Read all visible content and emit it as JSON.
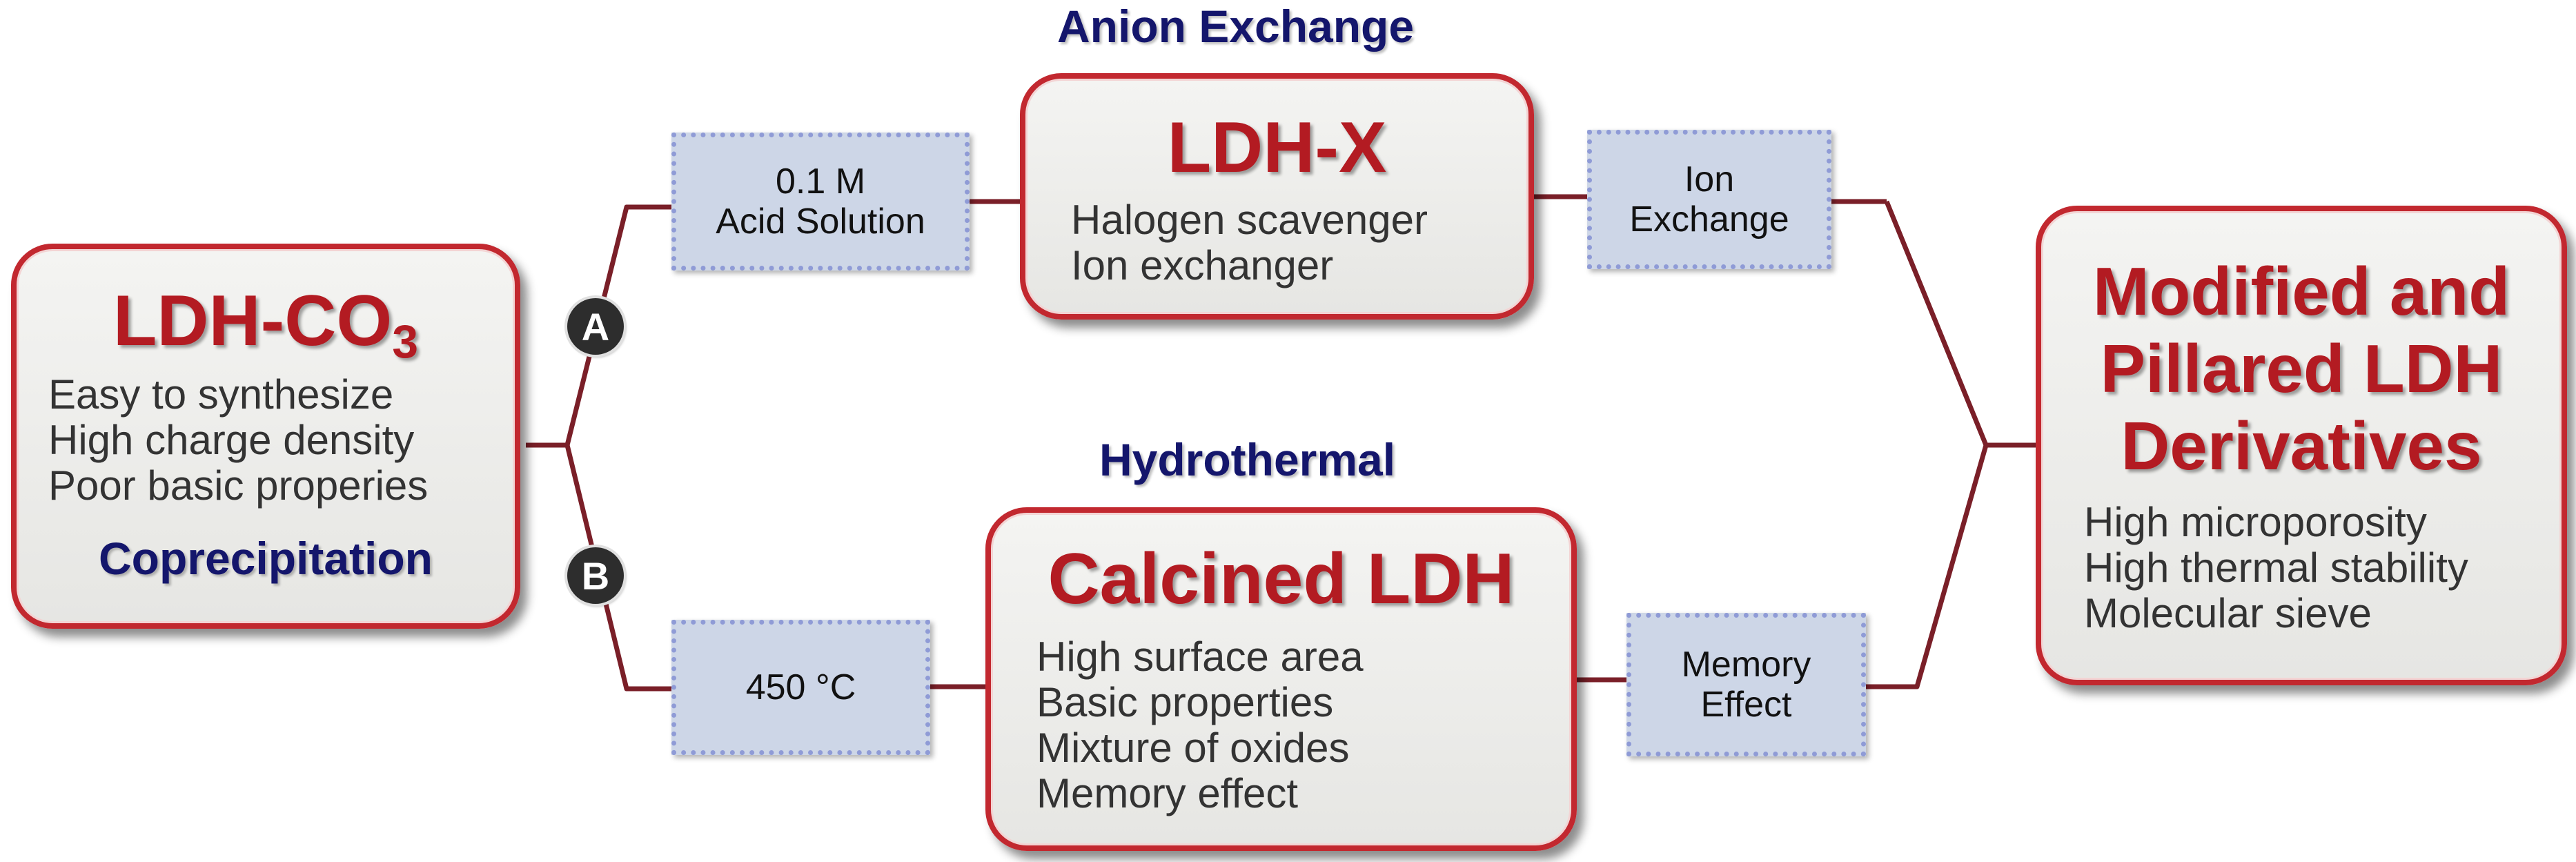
{
  "colors": {
    "box_border": "#c2282f",
    "title_red": "#b31b22",
    "method_navy": "#14166c",
    "connector": "#7a1f28",
    "condition_fill": "#cdd6e7",
    "condition_border": "#8f9bd6"
  },
  "ldh_co3": {
    "title_main": "LDH-CO",
    "title_sub": "3",
    "properties": [
      "Easy to synthesize",
      "High charge density",
      "Poor basic properies"
    ],
    "method": "Coprecipitation"
  },
  "markers": {
    "a": "A",
    "b": "B"
  },
  "route_a": {
    "method": "Anion Exchange",
    "condition_in": [
      "0.1 M",
      "Acid Solution"
    ],
    "product_title": "LDH-X",
    "properties": [
      "Halogen scavenger",
      "Ion exchanger"
    ],
    "condition_out": [
      "Ion",
      "Exchange"
    ]
  },
  "route_b": {
    "method": "Hydrothermal",
    "condition_in": [
      "450 °C"
    ],
    "product_title": "Calcined LDH",
    "properties": [
      "High surface area",
      "Basic properties",
      "Mixture of oxides",
      "Memory effect"
    ],
    "condition_out": [
      "Memory",
      "Effect"
    ]
  },
  "derivatives": {
    "title_lines": [
      "Modified and",
      "Pillared LDH",
      "Derivatives"
    ],
    "properties": [
      "High microporosity",
      "High thermal stability",
      "Molecular sieve"
    ]
  }
}
